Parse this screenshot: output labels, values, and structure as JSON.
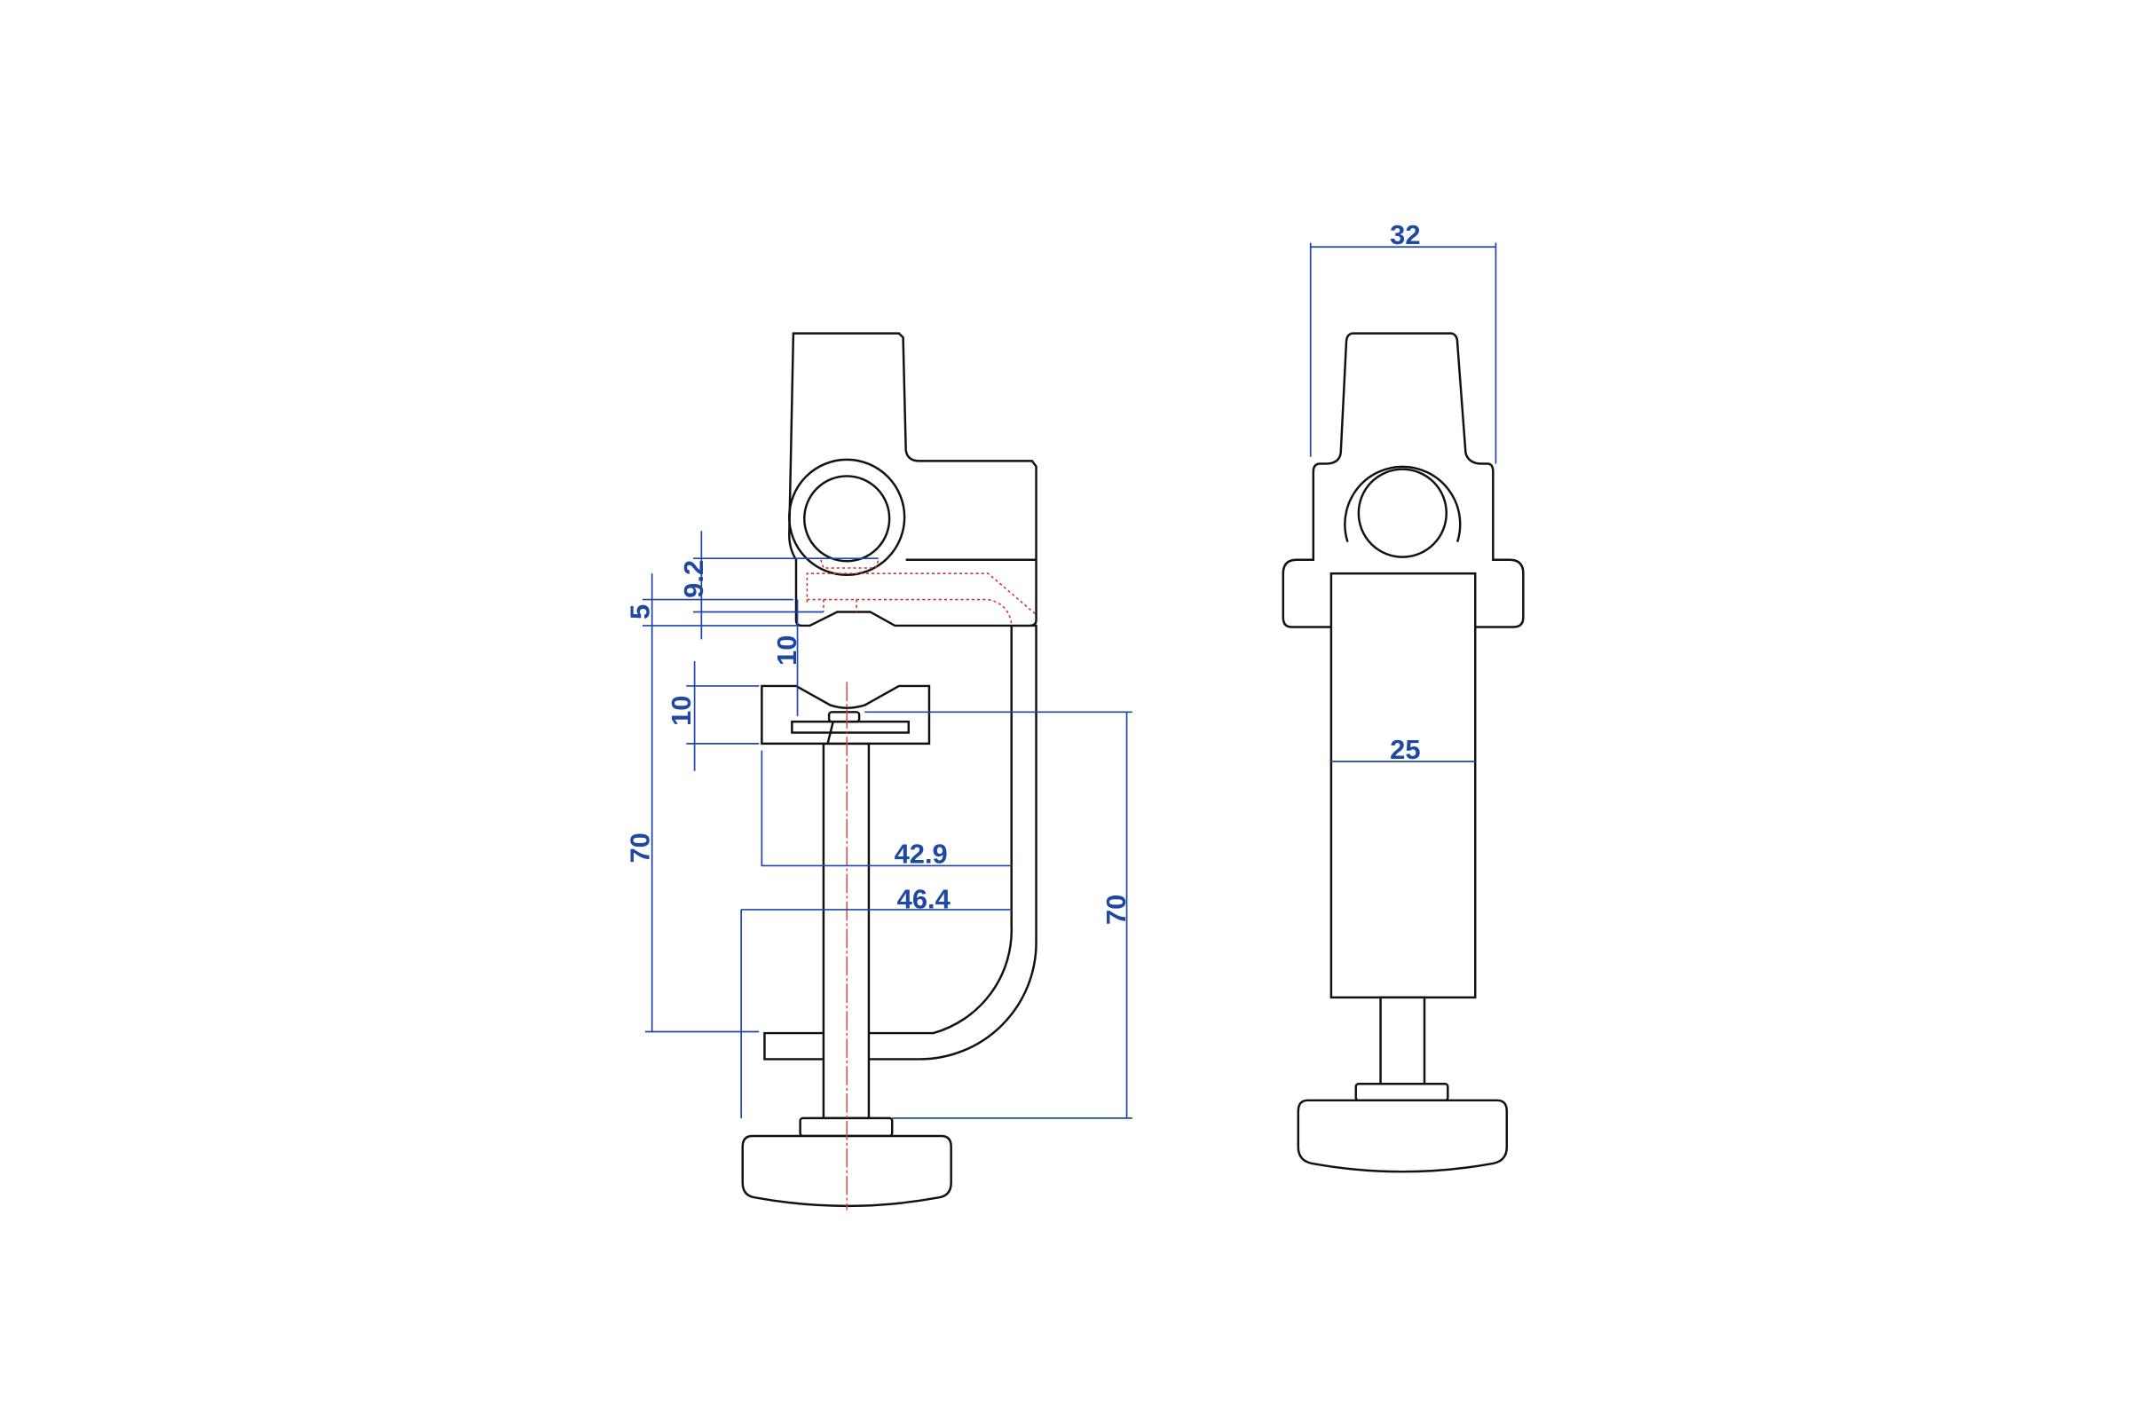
{
  "drawing": {
    "colors": {
      "outline": "#111111",
      "dimension": "#1f48a3",
      "hidden": "#cc3333"
    },
    "side_view": {
      "dimensions": {
        "jaw_offset": "9.2",
        "jaw_step": "5",
        "upper_gap": "10",
        "pad_height": "10",
        "opening_left": "70",
        "pad_reach": "42.9",
        "throat_depth": "46.4",
        "opening_right": "70"
      }
    },
    "front_view": {
      "dimensions": {
        "overall_width": "32",
        "body_width": "25"
      }
    }
  }
}
